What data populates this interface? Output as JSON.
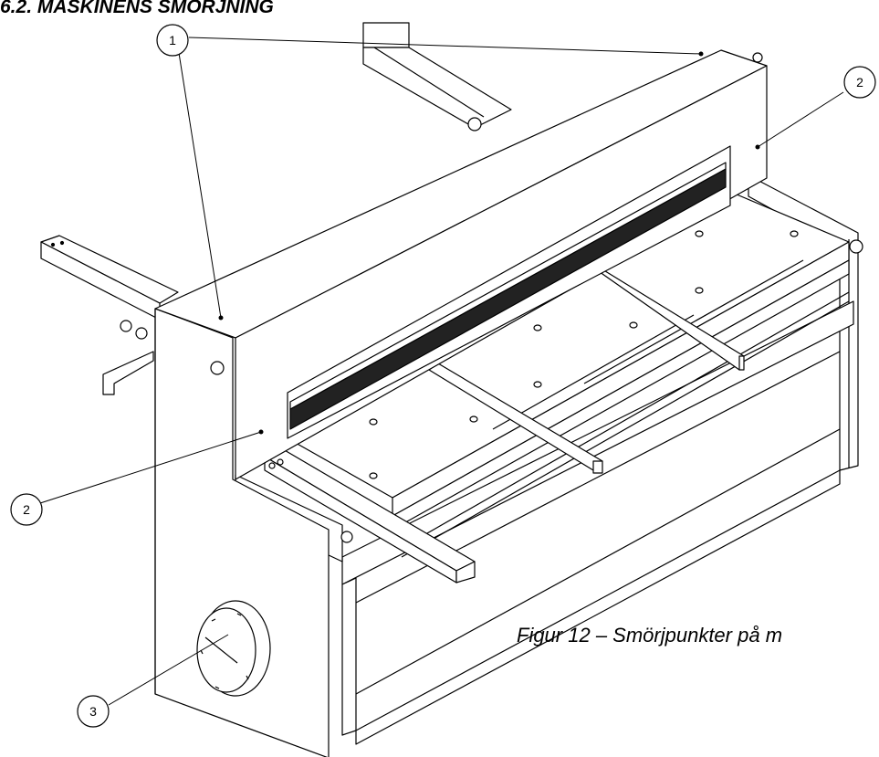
{
  "section_heading": "6.2. MASKINENS SMÖRJNING",
  "caption": "Figur 12 – Smörjpunkter på m",
  "callouts": [
    {
      "label": "1"
    },
    {
      "label": "2"
    },
    {
      "label": "2"
    },
    {
      "label": "3"
    }
  ],
  "colors": {
    "line": "#000000",
    "background": "#ffffff",
    "blade": "#111111"
  }
}
